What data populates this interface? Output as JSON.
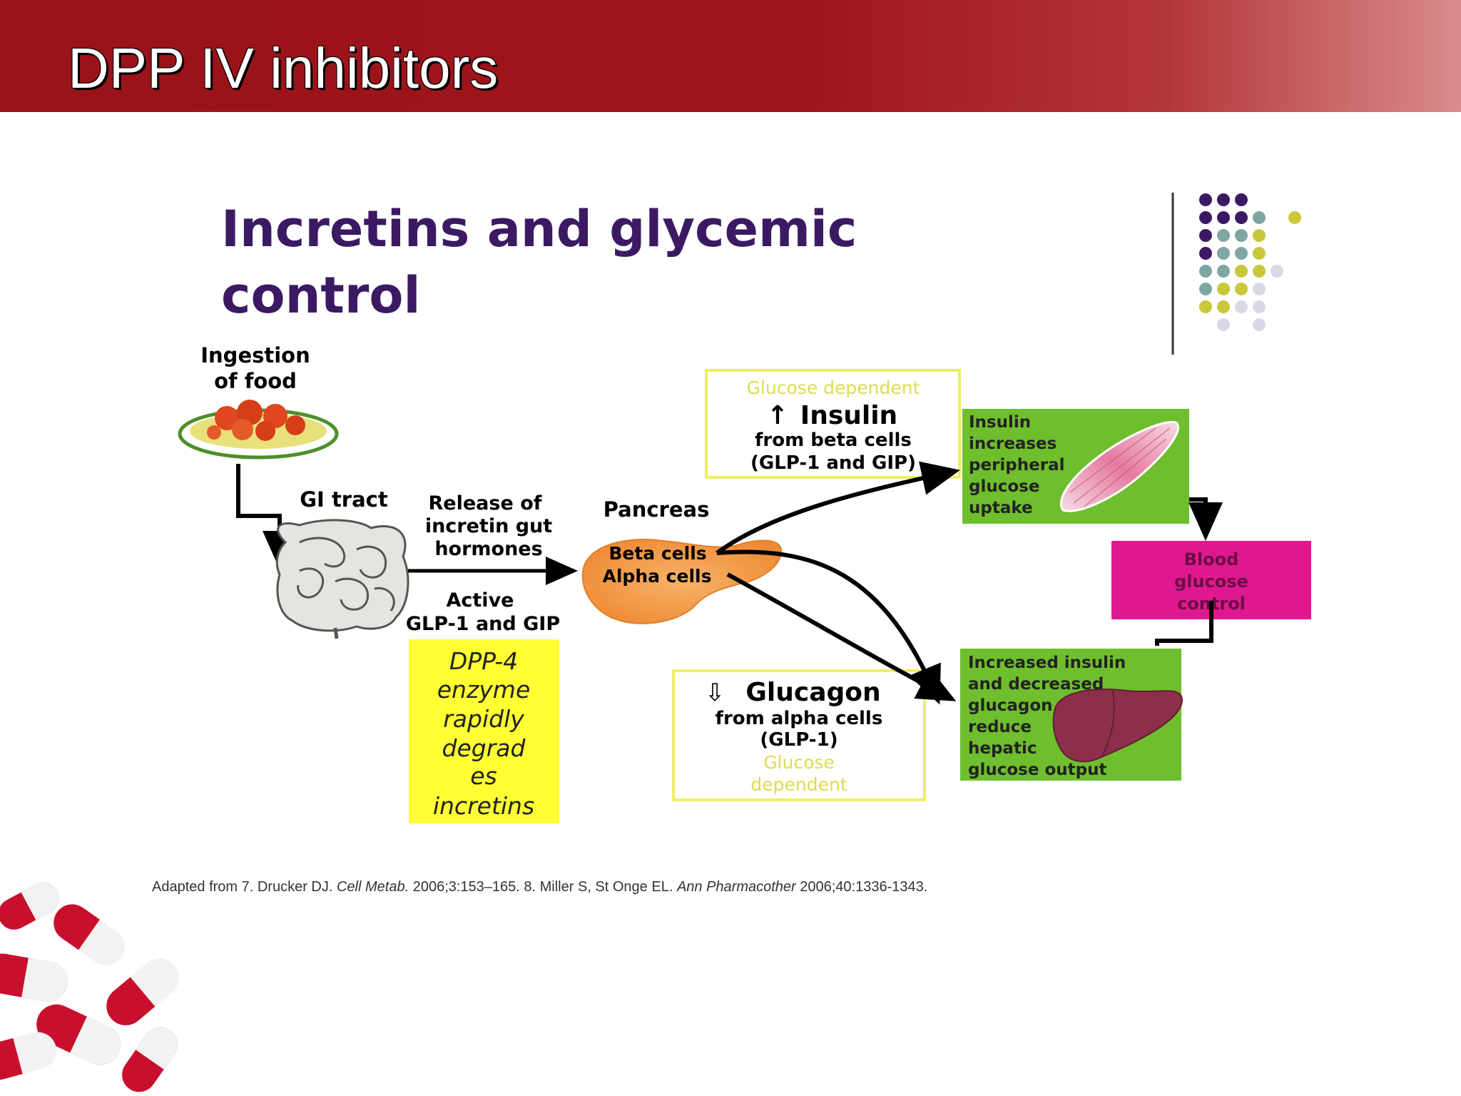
{
  "slide": {
    "title": "DPP IV inhibitors"
  },
  "diagram": {
    "title_line1": "Incretins and glycemic",
    "title_line2": "control",
    "ingestion": [
      "Ingestion",
      "of food"
    ],
    "gi_tract": "GI tract",
    "release": [
      "Release of",
      "incretin gut",
      "hormones"
    ],
    "active": [
      "Active",
      "GLP-1 and GIP"
    ],
    "pancreas": "Pancreas",
    "beta_cells": "Beta cells",
    "alpha_cells": "Alpha cells",
    "dpp4": [
      "DPP-4",
      "enzyme",
      "rapidly",
      "degrad",
      "es",
      "incretins"
    ],
    "insulin_box": {
      "note": "Glucose dependent",
      "arrow": "↑",
      "title": "Insulin",
      "line1": "from beta cells",
      "line2": "(GLP-1 and GIP)"
    },
    "glucagon_box": {
      "arrow": "⇩",
      "title": "Glucagon",
      "line1": "from alpha cells",
      "line2": "(GLP-1)",
      "note1": "Glucose",
      "note2": "dependent"
    },
    "muscle_box": [
      "Insulin",
      "increases",
      "peripheral",
      "glucose",
      "uptake"
    ],
    "liver_box": [
      "Increased insulin",
      "and decreased",
      "glucagon",
      "reduce",
      "hepatic",
      "glucose output"
    ],
    "blood_box": [
      "Blood",
      "glucose",
      "control"
    ]
  },
  "citation": {
    "p1": "Adapted from 7. Drucker DJ. ",
    "j1": "Cell Metab.",
    "p2": " 2006;3:153–165. 8. Miller S, St Onge EL. ",
    "j2": "Ann Pharmacother",
    "p3": " 2006;40:1336-1343."
  },
  "colors": {
    "header": "#a0141b",
    "title_purple": "#3b1a63",
    "green_box": "#6fbe2e",
    "magenta_box": "#e0188f",
    "yellow_box": "#ffff33",
    "note_yellow": "#dcdc50",
    "dot_purple": "#3b1a63",
    "dot_teal": "#7fa6a3",
    "dot_olive": "#c9c83a",
    "dot_lavender": "#d9d9e6",
    "pill_red": "#c8102e"
  }
}
